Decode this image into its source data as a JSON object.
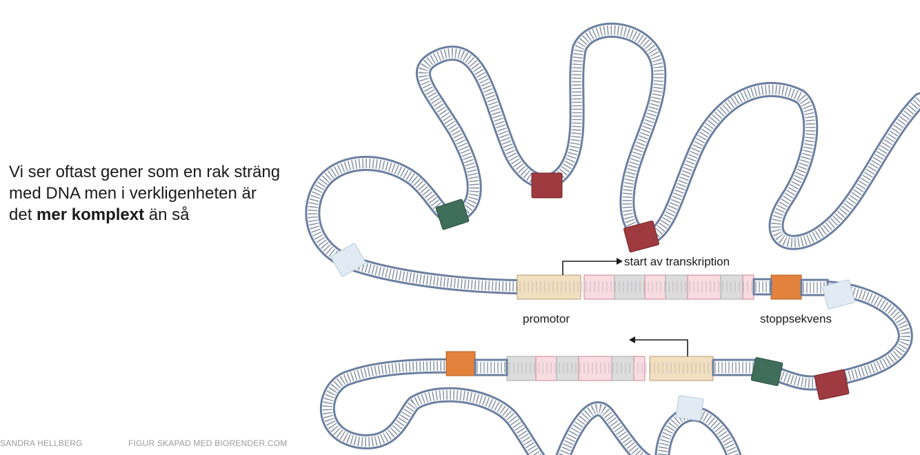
{
  "intro": {
    "line1": "Vi ser oftast gener som en rak sträng",
    "line2": "med DNA men i verkligenheten är",
    "line3_before": "det ",
    "line3_bold": "mer komplext",
    "line3_after": " än så"
  },
  "footer": {
    "author": "SANDRA HELLBERG",
    "credit": "FIGUR SKAPAD MED BIORENDER.COM"
  },
  "labels": {
    "start": "start av transkription",
    "promotor": "promotor",
    "stop": "stoppsekvens"
  },
  "colors": {
    "strand": "#6b7ea0",
    "rung": "#8c96a8",
    "promotor": "#f1dfc0",
    "exon": "#f9dbe2",
    "intron": "#dcdcdc",
    "stop": "#e3823d",
    "red_block": "#9e3a40",
    "green_block": "#3f6e5a",
    "light_block": "#e2ebf3"
  }
}
